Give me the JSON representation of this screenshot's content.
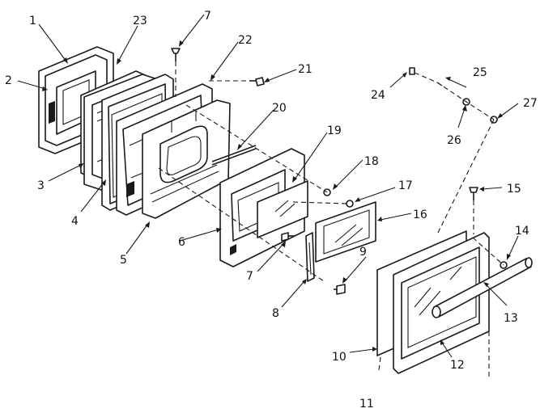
{
  "labels": {
    "l1": "1",
    "l2": "2",
    "l3": "3",
    "l4": "4",
    "l5": "5",
    "l6": "6",
    "l7a": "7",
    "l7b": "7",
    "l8": "8",
    "l9": "9",
    "l10": "10",
    "l11": "11",
    "l12": "12",
    "l13": "13",
    "l14": "14",
    "l15": "15",
    "l16": "16",
    "l17": "17",
    "l18": "18",
    "l19": "19",
    "l20": "20",
    "l21": "21",
    "l22": "22",
    "l23": "23",
    "l24": "24",
    "l25": "25",
    "l26": "26",
    "l27": "27"
  }
}
